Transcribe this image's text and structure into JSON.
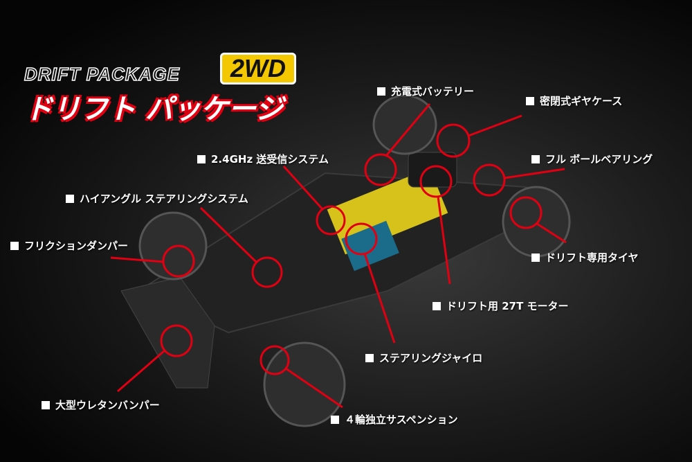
{
  "logo": {
    "en": "DRIFT PACKAGE",
    "badge": "2WD",
    "jp": "ドリフト パッケージ"
  },
  "callouts": [
    {
      "id": "battery",
      "text": "充電式バッテリー"
    },
    {
      "id": "gearcase",
      "text": "密閉式ギヤケース"
    },
    {
      "id": "bearing",
      "text": "フル ボールベアリング"
    },
    {
      "id": "tire",
      "text": "ドリフト専用タイヤ"
    },
    {
      "id": "radio",
      "text": "2.4GHz 送受信システム"
    },
    {
      "id": "steering",
      "text": "ハイアングル ステアリングシステム"
    },
    {
      "id": "damper",
      "text": "フリクションダンパー"
    },
    {
      "id": "motor",
      "text": "ドリフト用 27T モーター"
    },
    {
      "id": "gyro",
      "text": "ステアリングジャイロ"
    },
    {
      "id": "bumper",
      "text": "大型ウレタンバンパー"
    },
    {
      "id": "suspension",
      "text": "４輪独立サスペンション"
    }
  ],
  "colors": {
    "callout": "#e00012",
    "badge": "#f3c800"
  }
}
